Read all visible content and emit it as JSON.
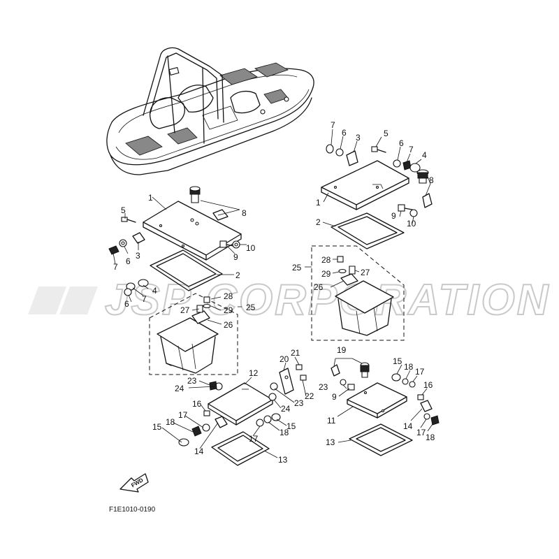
{
  "watermark": "JSP CORPORATION",
  "diagram_code": "F1E1010-0190",
  "fwd_label": "FWD",
  "callouts": {
    "c1a": "1",
    "c1b": "1",
    "c2a": "2",
    "c2b": "2",
    "c3a": "3",
    "c3b": "3",
    "c4a": "4",
    "c4b": "4",
    "c5a": "5",
    "c5b": "5",
    "c6a": "6",
    "c6b": "6",
    "c6c": "6",
    "c6d": "6",
    "c7a": "7",
    "c7b": "7",
    "c7c": "7",
    "c7d": "7",
    "c8a": "8",
    "c8b": "8",
    "c9a": "9",
    "c9b": "9",
    "c9c": "9",
    "c10a": "10",
    "c10b": "10",
    "c11": "11",
    "c12": "12",
    "c13a": "13",
    "c13b": "13",
    "c14a": "14",
    "c14b": "14",
    "c15a": "15",
    "c15b": "15",
    "c15c": "15",
    "c16a": "16",
    "c16b": "16",
    "c17a": "17",
    "c17b": "17",
    "c17c": "17",
    "c17d": "17",
    "c18a": "18",
    "c18b": "18",
    "c18c": "18",
    "c18d": "18",
    "c19": "19",
    "c20": "20",
    "c21": "21",
    "c22": "22",
    "c23a": "23",
    "c23b": "23",
    "c23c": "23",
    "c24a": "24",
    "c24b": "24",
    "c25a": "25",
    "c25b": "25",
    "c26a": "26",
    "c26b": "26",
    "c27a": "27",
    "c27b": "27",
    "c28a": "28",
    "c28b": "28",
    "c29a": "29",
    "c29b": "29"
  }
}
